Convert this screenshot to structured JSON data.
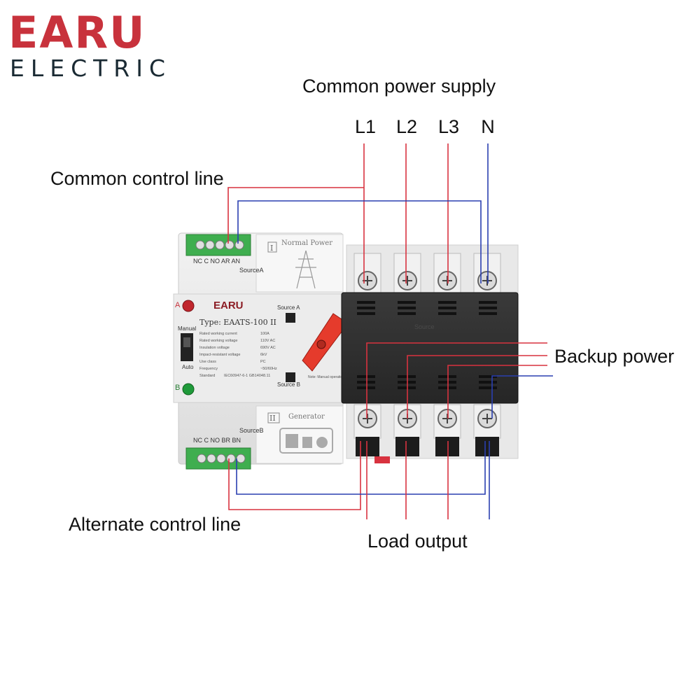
{
  "brand": {
    "name": "EARU",
    "subtitle": "ELECTRIC"
  },
  "labels": {
    "common_power_supply": "Common power supply",
    "common_control_line": "Common control line",
    "backup_power": "Backup power",
    "alternate_control_line": "Alternate control line",
    "load_output": "Load output"
  },
  "terminals": [
    "L1",
    "L2",
    "L3",
    "N"
  ],
  "device": {
    "brand": "EARU",
    "type": "Type: EAATS-100 II",
    "source_a": "Source A",
    "source_b": "Source B",
    "source_a_small": "SourceA",
    "source_b_small": "SourceB",
    "normal_power": "Normal Power",
    "generator": "Generator",
    "roman_1": "I",
    "roman_2": "II",
    "indicator_a": "A",
    "indicator_b": "B",
    "mode_manual": "Manual",
    "mode_auto": "Auto",
    "top_terminal_codes": "NC C NO AR AN",
    "bottom_terminal_codes": "NC C NO BR BN",
    "spec_rows": [
      {
        "label": "Rated working current",
        "value": "100A"
      },
      {
        "label": "Rated working voltage",
        "value": "110V AC"
      },
      {
        "label": "Insulation voltage",
        "value": "690V AC"
      },
      {
        "label": "Impact-resistant voltage",
        "value": "6kV"
      },
      {
        "label": "Use class",
        "value": "PC"
      },
      {
        "label": "Frequency",
        "value": "~50/60Hz"
      },
      {
        "label": "Standard",
        "value": "IEC60947-6-1 GB14048.11"
      }
    ],
    "note": "Note: Manual operation must be in \"Manual\" position",
    "cover_text": "Source"
  },
  "colors": {
    "red_wire": "#d8323f",
    "blue_wire": "#2a3fb0",
    "brand_red": "#c8323c"
  }
}
